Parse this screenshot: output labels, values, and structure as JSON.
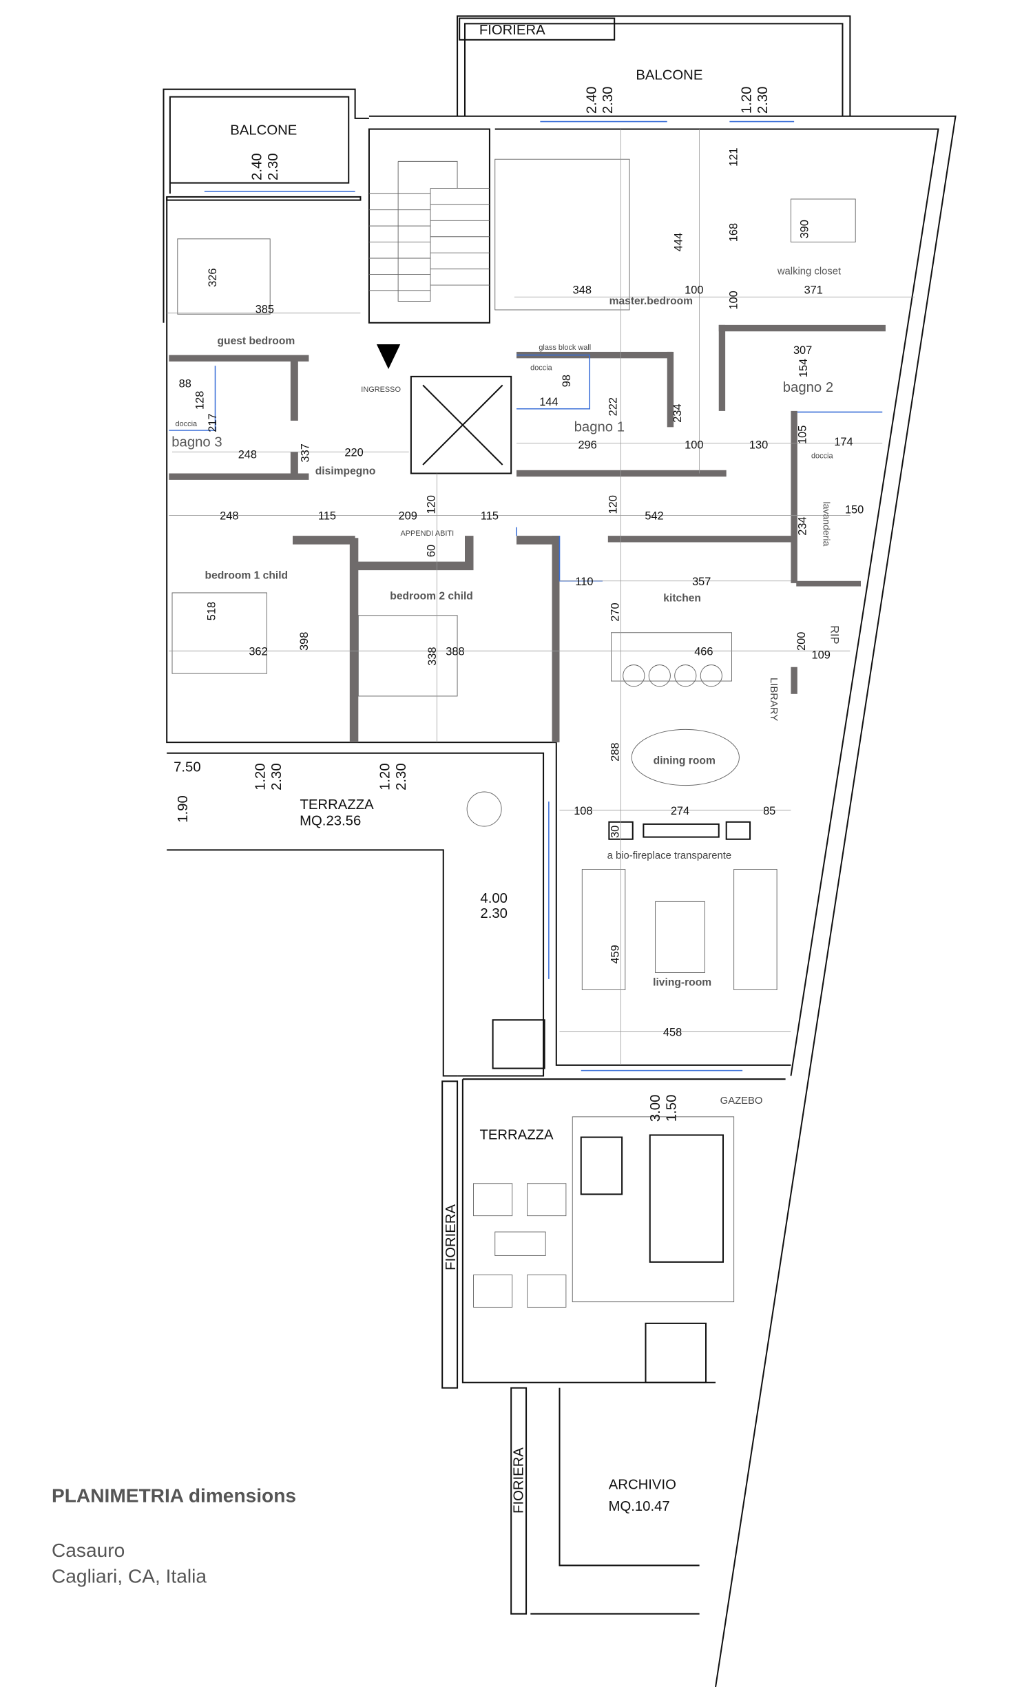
{
  "title_block": {
    "title": "PLANIMETRIA dimensions",
    "project": "Casauro",
    "location": "Cagliari, CA, Italia"
  },
  "rooms": {
    "fioriera_top": "FIORIERA",
    "balcone_top": "BALCONE",
    "balcone_left": "BALCONE",
    "guest_bedroom": "guest bedroom",
    "doccia_3": "doccia",
    "bagno_3": "bagno 3",
    "ingresso": "INGRESSO",
    "disimpegno": "disimpegno",
    "master_bedroom": "master.bedroom",
    "walking_closet": "walking closet",
    "glass_block_wall": "glass block wall",
    "doccia_1": "doccia",
    "bagno_1": "bagno 1",
    "bagno_2": "bagno 2",
    "doccia_2": "doccia",
    "lavanderia": "lavanderia",
    "appendi_abiti": "APPENDI ABITI",
    "bedroom_1": "bedroom 1 child",
    "bedroom_2": "bedroom 2 child",
    "kitchen": "kitchen",
    "rip": "RIP",
    "library": "LIBRARY",
    "dining_room": "dining room",
    "fireplace": "a bio-fireplace transparente",
    "living_room": "living-room",
    "terrazza_1": "TERRAZZA",
    "terrazza_1_area": "MQ.23.56",
    "gazebo": "GAZEBO",
    "terrazza_2": "TERRAZZA",
    "fioriera_left": "FIORIERA",
    "fioriera_bottom": "FIORIERA",
    "archivio": "ARCHIVIO",
    "archivio_area": "MQ.10.47"
  },
  "dims": [
    "2.40",
    "2.30",
    "1.20",
    "2.30",
    "2.40",
    "2.30",
    "326",
    "385",
    "88",
    "128",
    "217",
    "248",
    "337",
    "220",
    "348",
    "100",
    "444",
    "121",
    "168",
    "100",
    "390",
    "371",
    "98",
    "144",
    "222",
    "296",
    "234",
    "100",
    "130",
    "307",
    "154",
    "105",
    "174",
    "248",
    "115",
    "209",
    "120",
    "115",
    "120",
    "542",
    "234",
    "150",
    "60",
    "518",
    "362",
    "398",
    "338",
    "388",
    "110",
    "357",
    "270",
    "466",
    "200",
    "109",
    "288",
    "108",
    "274",
    "85",
    "30",
    "459",
    "458",
    "7.50",
    "1.20",
    "2.30",
    "1.20",
    "2.30",
    "1.90",
    "4.00",
    "2.30",
    "3.00",
    "1.50"
  ],
  "colors": {
    "wall": "#6f6b6b",
    "glass": "#3a6fd8",
    "label": "#555555"
  }
}
